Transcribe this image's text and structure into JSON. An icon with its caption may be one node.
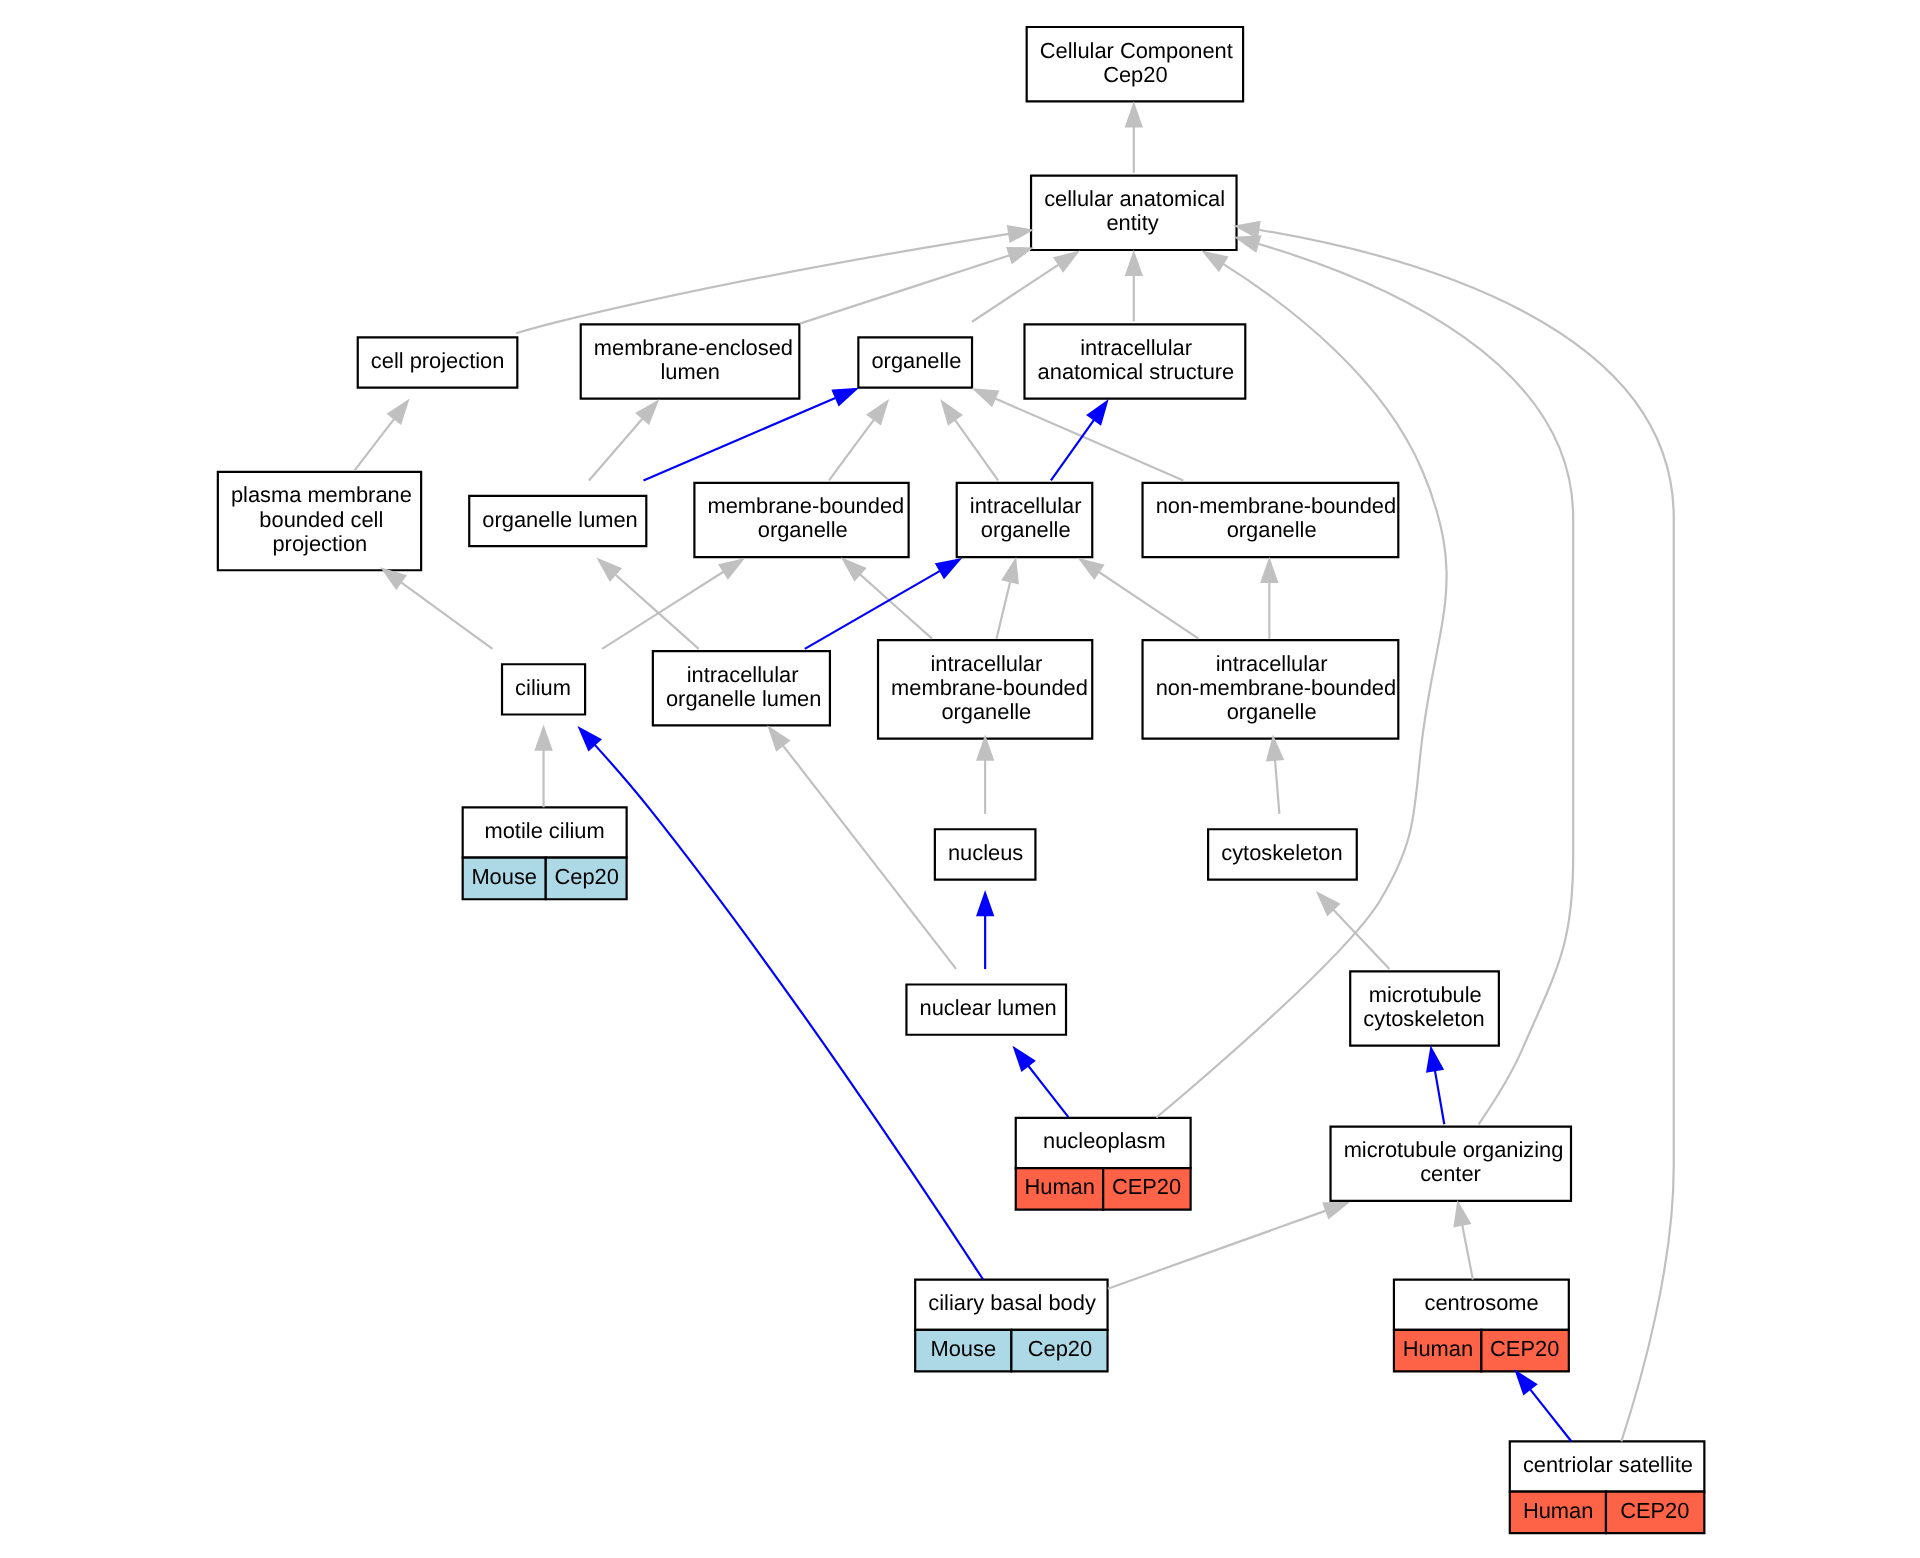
{
  "diagram": {
    "nodes": [
      {
        "text": [
          "Cellular Component Cep20"
        ]
      },
      {
        "text": [
          "cellular anatomical entity"
        ]
      },
      {
        "text": [
          "cell projection"
        ]
      },
      {
        "text": [
          "organelle"
        ]
      },
      {
        "text": [
          "intracellular anatomical structure"
        ]
      },
      {
        "text": [
          "membrane-enclosed lumen"
        ]
      },
      {
        "text": [
          "plasma membrane bounded cell projection"
        ]
      },
      {
        "text": [
          "membrane-bounded organelle"
        ]
      },
      {
        "text": [
          "non-membrane-bounded organelle"
        ]
      },
      {
        "text": [
          "intracellular organelle"
        ]
      },
      {
        "text": [
          "organelle lumen"
        ]
      },
      {
        "text": [
          "cilium"
        ]
      },
      {
        "text": [
          "intracellular membrane-bounded organelle"
        ]
      },
      {
        "text": [
          "intracellular non-membrane-bounded organelle"
        ]
      },
      {
        "text": [
          "intracellular organelle lumen"
        ]
      },
      {
        "text": [
          "motile cilium",
          "Mouse",
          "Cep20"
        ]
      },
      {
        "text": [
          "nucleus"
        ]
      },
      {
        "text": [
          "cytoskeleton"
        ]
      },
      {
        "text": [
          "microtubule cytoskeleton"
        ]
      },
      {
        "text": [
          "nuclear lumen"
        ]
      },
      {
        "text": [
          "microtubule organizing center"
        ]
      },
      {
        "text": [
          "nucleoplasm",
          "Human",
          "CEP20"
        ]
      },
      {
        "text": [
          "centrosome",
          "Human",
          "CEP20"
        ]
      },
      {
        "text": [
          "ciliary basal body",
          "Mouse",
          "Cep20"
        ]
      },
      {
        "text": [
          "centriolar satellite",
          "Human",
          "CEP20"
        ]
      }
    ],
    "edges": [
      {
        "from": 1,
        "to": 0,
        "arrow": "to"
      },
      {
        "from": 2,
        "to": 1,
        "arrow": "to"
      },
      {
        "from": 3,
        "to": 1,
        "arrow": "to"
      },
      {
        "from": 4,
        "to": 1,
        "arrow": "to"
      },
      {
        "from": 5,
        "to": 1,
        "arrow": "to"
      },
      {
        "from": 20,
        "to": 1,
        "arrow": "to"
      },
      {
        "from": 24,
        "to": 1,
        "arrow": "to"
      },
      {
        "from": 21,
        "to": 1,
        "arrow": "to"
      },
      {
        "from": 6,
        "to": 2,
        "arrow": "to"
      },
      {
        "from": 7,
        "to": 3,
        "arrow": "to"
      },
      {
        "from": 8,
        "to": 3,
        "arrow": "to"
      },
      {
        "from": 9,
        "to": 3,
        "arrow": "to"
      },
      {
        "from": 10,
        "to": 3,
        "arrow": "to",
        "color": "#0000ff"
      },
      {
        "from": 9,
        "to": 4,
        "arrow": "to",
        "color": "#0000ff"
      },
      {
        "from": 10,
        "to": 5,
        "arrow": "to"
      },
      {
        "from": 11,
        "to": 6,
        "arrow": "to"
      },
      {
        "from": 11,
        "to": 7,
        "arrow": "to"
      },
      {
        "from": 12,
        "to": 7,
        "arrow": "to"
      },
      {
        "from": 12,
        "to": 9,
        "arrow": "to"
      },
      {
        "from": 13,
        "to": 8,
        "arrow": "to"
      },
      {
        "from": 13,
        "to": 9,
        "arrow": "to"
      },
      {
        "from": 14,
        "to": 9,
        "arrow": "to",
        "color": "#0000ff"
      },
      {
        "from": 14,
        "to": 10,
        "arrow": "to"
      },
      {
        "from": 15,
        "to": 11,
        "arrow": "to"
      },
      {
        "from": 16,
        "to": 12,
        "arrow": "to"
      },
      {
        "from": 17,
        "to": 13,
        "arrow": "to"
      },
      {
        "from": 18,
        "to": 17,
        "arrow": "to"
      },
      {
        "from": 19,
        "to": 16,
        "arrow": "to",
        "color": "#0000ff"
      },
      {
        "from": 19,
        "to": 14,
        "arrow": "to"
      },
      {
        "from": 20,
        "to": 18,
        "arrow": "to",
        "color": "#0000ff"
      },
      {
        "from": 21,
        "to": 19,
        "arrow": "to",
        "color": "#0000ff"
      },
      {
        "from": 22,
        "to": 20,
        "arrow": "to"
      },
      {
        "from": 23,
        "to": 20,
        "arrow": "to"
      },
      {
        "from": 23,
        "to": 11,
        "arrow": "to",
        "color": "#0000ff"
      },
      {
        "from": 24,
        "to": 22,
        "arrow": "to",
        "color": "#0000ff"
      }
    ]
  }
}
